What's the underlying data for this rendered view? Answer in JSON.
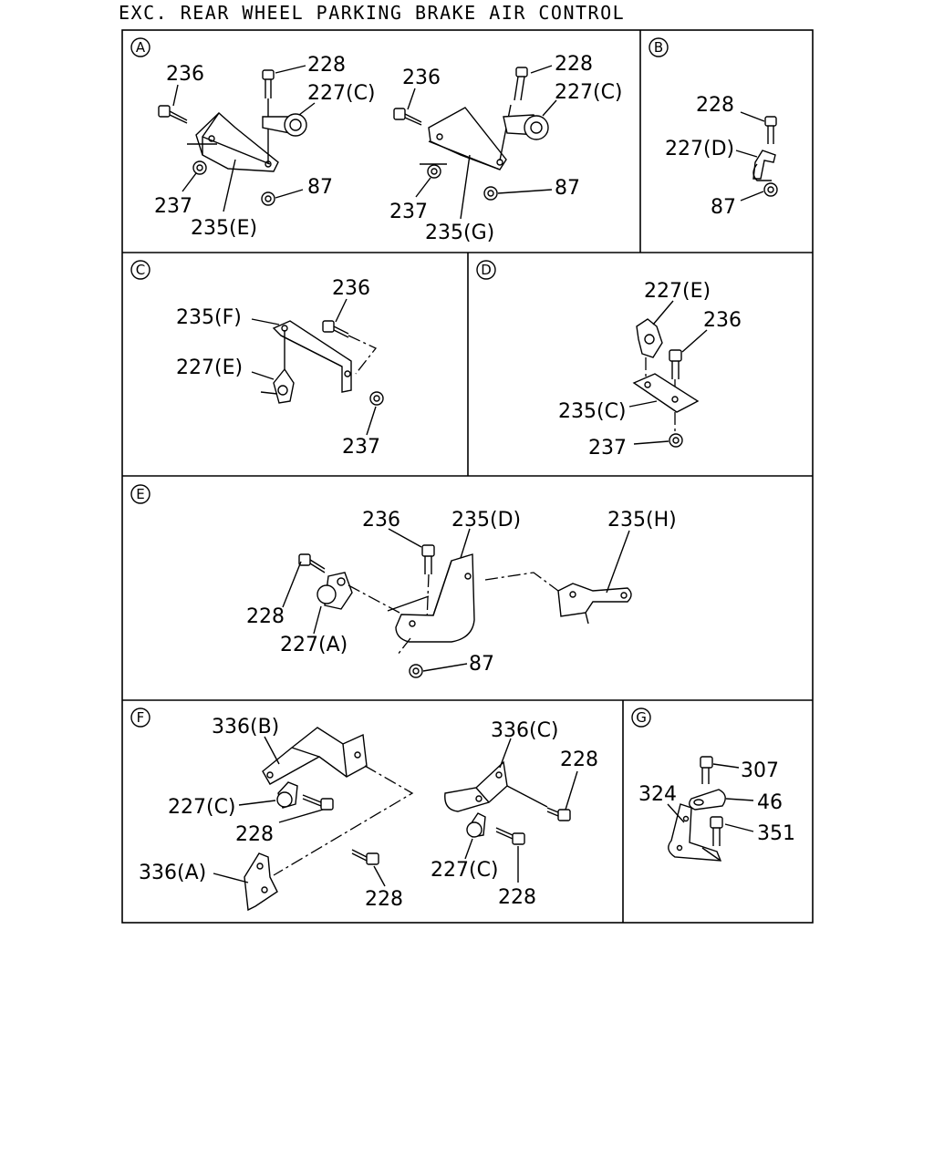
{
  "title": "EXC. REAR WHEEL PARKING BRAKE AIR CONTROL",
  "sections": {
    "A": {
      "id": "A",
      "labels": {
        "l236_1": "236",
        "l228_1": "228",
        "l227c_1": "227(C)",
        "l237_1": "237",
        "l235e": "235(E)",
        "l87_1": "87",
        "l236_2": "236",
        "l228_2": "228",
        "l227c_2": "227(C)",
        "l237_2": "237",
        "l235g": "235(G)",
        "l87_2": "87"
      }
    },
    "B": {
      "id": "B",
      "labels": {
        "l228": "228",
        "l227d": "227(D)",
        "l87": "87"
      }
    },
    "C": {
      "id": "C",
      "labels": {
        "l236": "236",
        "l235f": "235(F)",
        "l227e": "227(E)",
        "l237": "237"
      }
    },
    "D": {
      "id": "D",
      "labels": {
        "l227e": "227(E)",
        "l236": "236",
        "l235c": "235(C)",
        "l237": "237"
      }
    },
    "E": {
      "id": "E",
      "labels": {
        "l236": "236",
        "l235d": "235(D)",
        "l235h": "235(H)",
        "l228": "228",
        "l227a": "227(A)",
        "l87": "87"
      }
    },
    "F": {
      "id": "F",
      "labels": {
        "l336b": "336(B)",
        "l227c_1": "227(C)",
        "l228_1": "228",
        "l336a": "336(A)",
        "l228_2": "228",
        "l336c": "336(C)",
        "l228_3": "228",
        "l227c_2": "227(C)",
        "l228_4": "228"
      }
    },
    "G": {
      "id": "G",
      "labels": {
        "l307": "307",
        "l324": "324",
        "l46": "46",
        "l351": "351"
      }
    }
  }
}
